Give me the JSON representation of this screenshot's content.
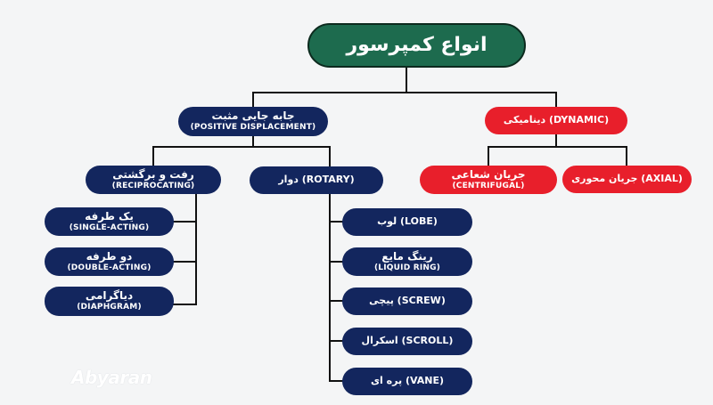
{
  "title": "انواع کمپرسور",
  "positive": {
    "fa": "جابه جایی مثبت",
    "en": "(POSITIVE DISPLACEMENT)"
  },
  "dynamic": {
    "label": "دینامیکی (DYNAMIC)"
  },
  "reciprocating": {
    "fa": "رفت و برگشتی",
    "en": "(RECIPROCATING)"
  },
  "rotary": {
    "label": "دوار (ROTARY)"
  },
  "centrifugal": {
    "fa": "جریان شعاعی",
    "en": "(CENTRIFUGAL)"
  },
  "axial": {
    "label": "جریان محوری (AXIAL)"
  },
  "single_acting": {
    "fa": "یک طرفه",
    "en": "(SINGLE-ACTING)"
  },
  "double_acting": {
    "fa": "دو طرفه",
    "en": "(DOUBLE-ACTING)"
  },
  "diaphragm": {
    "fa": "دیاگرامی",
    "en": "(DIAPHGRAM)"
  },
  "lobe": {
    "label": "لوب (LOBE)"
  },
  "liquid_ring": {
    "fa": "رینگ مایع",
    "en": "(LIQUID RING)"
  },
  "screw": {
    "label": "پیچی (SCREW)"
  },
  "scroll": {
    "label": "اسکرال (SCROLL)"
  },
  "vane": {
    "label": "پره ای (VANE)"
  },
  "logo": "Abyaran",
  "colors": {
    "navy": "#13265e",
    "red": "#e81f2b",
    "green": "#1d6b4e",
    "line": "#111111"
  }
}
